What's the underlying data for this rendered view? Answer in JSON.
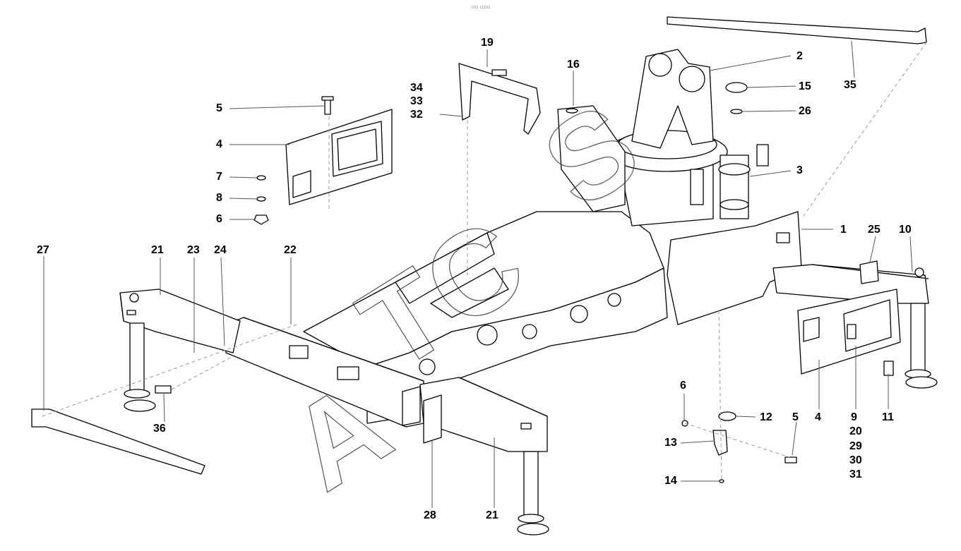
{
  "diagram": {
    "header_mark": "▫▫ ▫▫▫",
    "callouts": [
      "1",
      "2",
      "3",
      "4",
      "4",
      "5",
      "5",
      "6",
      "6",
      "7",
      "8",
      "9",
      "10",
      "11",
      "12",
      "13",
      "14",
      "15",
      "16",
      "19",
      "20",
      "21",
      "21",
      "22",
      "23",
      "24",
      "25",
      "26",
      "27",
      "28",
      "29",
      "30",
      "31",
      "32",
      "33",
      "34",
      "35",
      "36"
    ],
    "watermark_letters": [
      "A",
      "T",
      "C",
      "S"
    ],
    "colors": {
      "line": "#000000",
      "leader": "#555555",
      "dashed": "#9a9a9a",
      "fill": "#ffffff"
    }
  }
}
